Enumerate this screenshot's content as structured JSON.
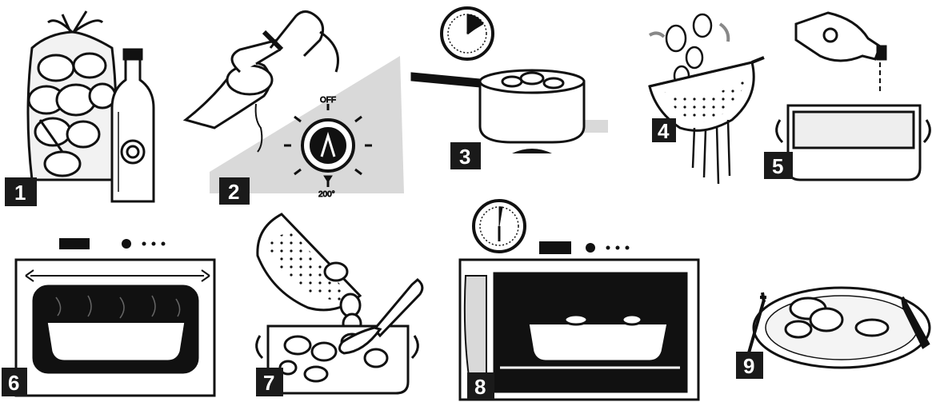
{
  "colors": {
    "ink": "#111111",
    "paper": "#ffffff",
    "shade": "#d9d9d9",
    "badge": "#1a1a1a"
  },
  "steps": [
    {
      "number": "1",
      "icon": "potato-bag-and-oil-bottle-icon"
    },
    {
      "number": "2",
      "icon": "peeling-potato-and-oven-dial-icon"
    },
    {
      "number": "3",
      "icon": "boiling-pot-timer-icon"
    },
    {
      "number": "4",
      "icon": "draining-colander-icon"
    },
    {
      "number": "5",
      "icon": "oil-into-baking-dish-icon"
    },
    {
      "number": "6",
      "icon": "preheated-oven-icon"
    },
    {
      "number": "7",
      "icon": "potatoes-into-dish-icon"
    },
    {
      "number": "8",
      "icon": "baking-in-oven-timer-icon"
    },
    {
      "number": "9",
      "icon": "served-plate-icon"
    }
  ],
  "oven_dial": {
    "off_label": "OFF",
    "temperature_label": "200°"
  }
}
